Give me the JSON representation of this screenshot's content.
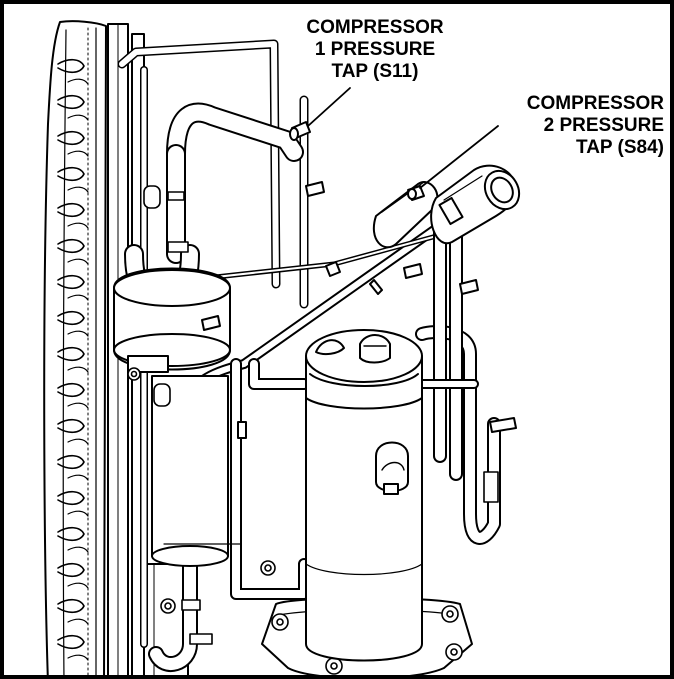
{
  "figure": {
    "callout_1": {
      "lines": [
        "COMPRESSOR",
        "1 PRESSURE",
        "TAP (S11)"
      ]
    },
    "callout_2": {
      "lines": [
        "COMPRESSOR",
        "2 PRESSURE",
        "TAP (S84)"
      ]
    }
  },
  "colors": {
    "ink": "#000000",
    "paper": "#ffffff",
    "shade": "#d8d8d8"
  }
}
